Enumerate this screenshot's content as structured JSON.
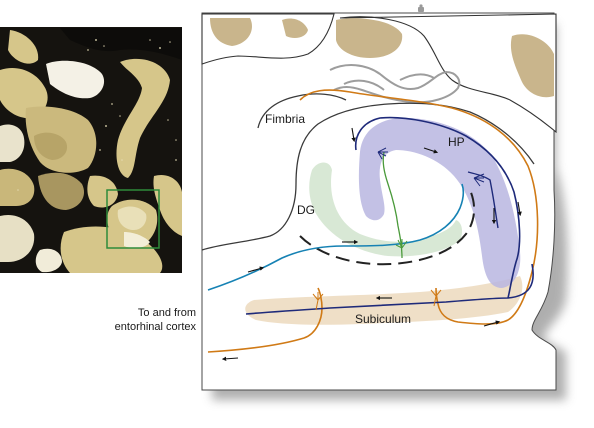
{
  "labels": {
    "fimbria": "Fimbria",
    "hp": "HP",
    "dg": "DG",
    "subiculum": "Subiculum",
    "entorhinal_line1": "To and from",
    "entorhinal_line2": "entorhinal cortex"
  },
  "colors": {
    "stain_tissue": "#d6c68a",
    "stain_dark": "#14120e",
    "inset_box": "#2e8b3a",
    "panel_shadow": "#8a8a8a",
    "tissue_tan": "#c9b58c",
    "orange_pathway": "#d07a16",
    "navy_pathway": "#1e2a7a",
    "teal_pathway": "#1682b4",
    "green_pathway": "#4a9a3a",
    "hp_region": "#b9b6e0",
    "dg_region": "#d4e6d0",
    "subiculum_region": "#ecd9bd"
  },
  "icons": {
    "mini_figure": "figure-icon"
  }
}
